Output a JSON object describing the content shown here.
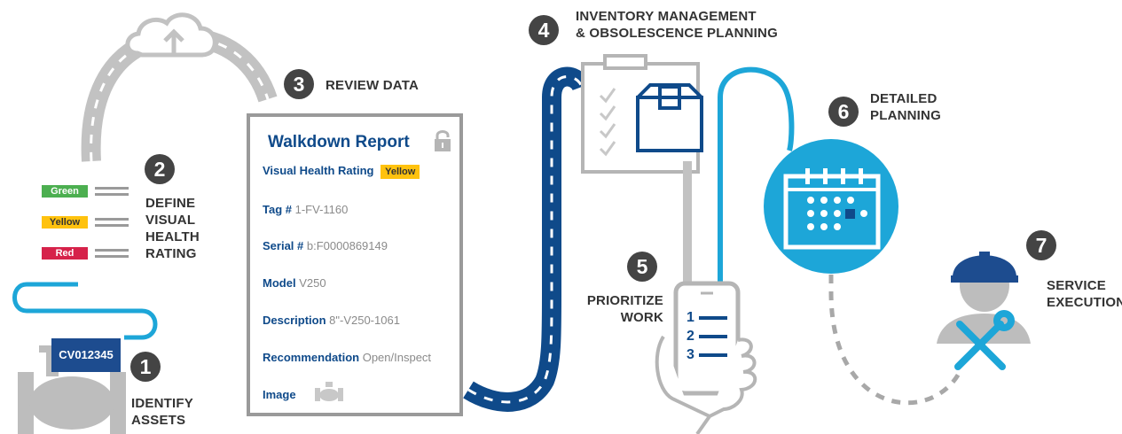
{
  "steps": [
    {
      "number": "1",
      "label_lines": [
        "IDENTIFY",
        "ASSETS"
      ]
    },
    {
      "number": "2",
      "label_lines": [
        "DEFINE",
        "VISUAL",
        "HEALTH",
        "RATING"
      ]
    },
    {
      "number": "3",
      "label_lines": [
        "REVIEW DATA"
      ]
    },
    {
      "number": "4",
      "label_lines": [
        "INVENTORY MANAGEMENT",
        "& OBSOLESCENCE PLANNING"
      ]
    },
    {
      "number": "5",
      "label_lines": [
        "PRIORITIZE",
        "WORK"
      ]
    },
    {
      "number": "6",
      "label_lines": [
        "DETAILED",
        "PLANNING"
      ]
    },
    {
      "number": "7",
      "label_lines": [
        "SERVICE",
        "EXECUTION"
      ]
    }
  ],
  "ratings": [
    {
      "label": "Green",
      "color": "#4caf50",
      "text_color": "#ffffff"
    },
    {
      "label": "Yellow",
      "color": "#ffc20e",
      "text_color": "#333333"
    },
    {
      "label": "Red",
      "color": "#d6224a",
      "text_color": "#ffffff"
    }
  ],
  "asset_tag": "CV012345",
  "report": {
    "title": "Walkdown Report",
    "rating_label": "Visual Health Rating",
    "rating_value": "Yellow",
    "rows": [
      {
        "label": "Tag #",
        "value": "1-FV-1160"
      },
      {
        "label": "Serial #",
        "value": "b:F0000869149"
      },
      {
        "label": "Model",
        "value": "V250"
      },
      {
        "label": "Description",
        "value": "8\"-V250-1061"
      },
      {
        "label": "Recommendation",
        "value": "Open/Inspect"
      }
    ],
    "image_label": "Image"
  },
  "phone_list": [
    "1",
    "2",
    "3"
  ],
  "icons": [
    "cloud-upload-icon",
    "lock-icon",
    "valve-icon",
    "clipboard-icon",
    "box-icon",
    "smartphone-icon",
    "hand-icon",
    "calendar-icon",
    "technician-icon",
    "wrench-icon",
    "screwdriver-icon"
  ],
  "colors": {
    "dark_blue": "#0f4a8a",
    "light_blue": "#1da6d8",
    "gray_road": "#bdbdbd",
    "step_circle": "#444444",
    "text": "#333333"
  }
}
